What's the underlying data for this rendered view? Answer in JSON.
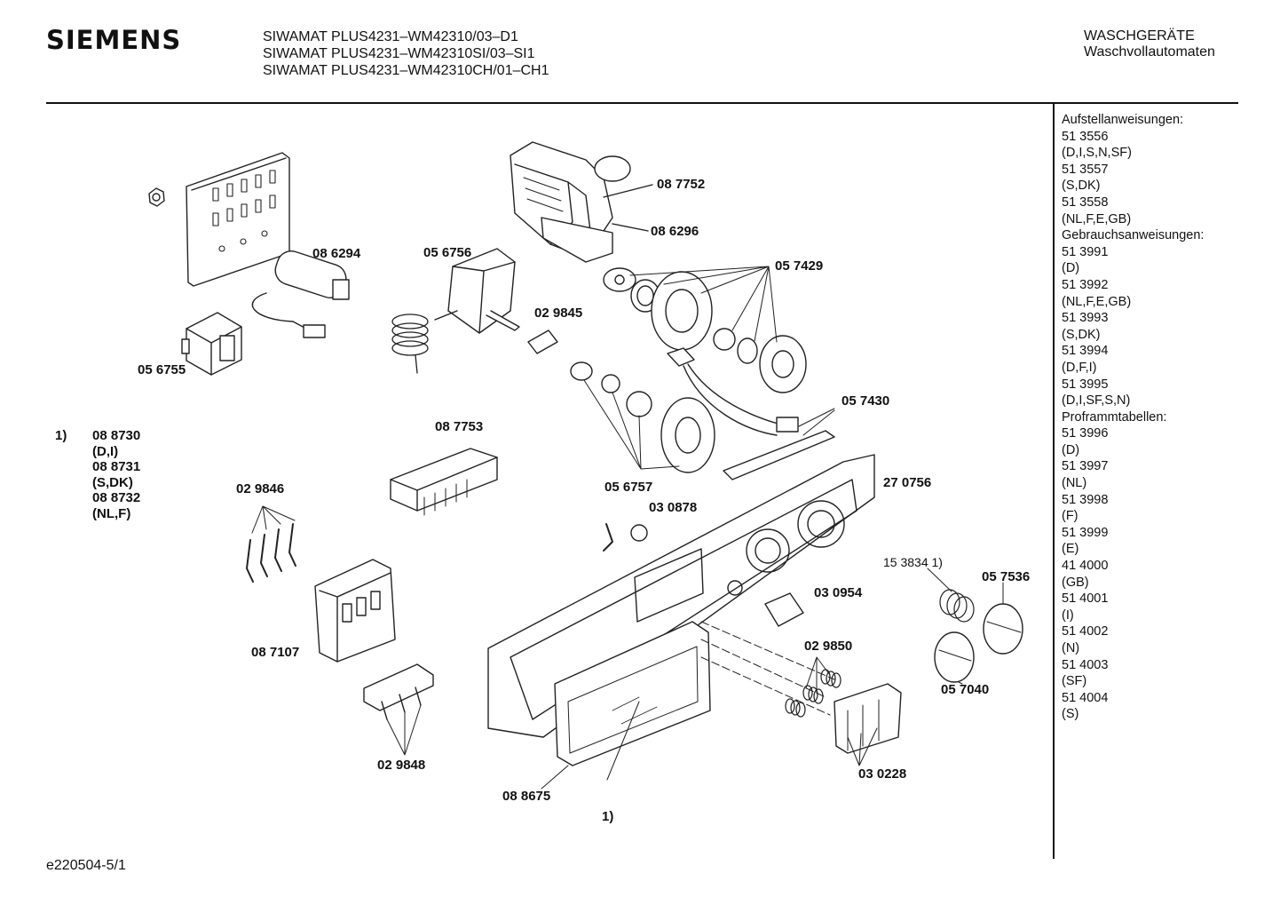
{
  "header": {
    "brand": "SIEMENS",
    "models": [
      "SIWAMAT PLUS4231–WM42310/03–D1",
      "SIWAMAT PLUS4231–WM42310SI/03–SI1",
      "SIWAMAT PLUS4231–WM42310CH/01–CH1"
    ],
    "category": [
      "WASCHGERÄTE",
      "Waschvollautomaten"
    ]
  },
  "sidebar": {
    "lines": [
      "Aufstellanweisungen:",
      "51 3556",
      "(D,I,S,N,SF)",
      "51 3557",
      "(S,DK)",
      "51 3558",
      "(NL,F,E,GB)",
      "Gebrauchsanweisungen:",
      "51 3991",
      "(D)",
      "51 3992",
      "(NL,F,E,GB)",
      "51 3993",
      "(S,DK)",
      "51 3994",
      "(D,F,I)",
      "51 3995",
      "(D,I,SF,S,N)",
      "Proframmtabellen:",
      "51 3996",
      "(D)",
      "51 3997",
      "(NL)",
      "51 3998",
      "(F)",
      "51 3999",
      "(E)",
      "41 4000",
      "(GB)",
      "51 4001",
      "(I)",
      "51 4002",
      "(N)",
      "51 4003",
      "(SF)",
      "51 4004",
      "(S)"
    ]
  },
  "note": {
    "marker": "1)",
    "items": [
      "08 8730",
      "(D,I)",
      "08 8731",
      "(S,DK)",
      "08 8732",
      "(NL,F)"
    ]
  },
  "labels": {
    "p087752": "08 7752",
    "p086296": "08 6296",
    "p086294": "08 6294",
    "p056756": "05 6756",
    "p057429": "05 7429",
    "p029845": "02 9845",
    "p056755": "05 6755",
    "p057430": "05 7430",
    "p087753": "08 7753",
    "p029846": "02 9846",
    "p056757": "05 6757",
    "p270756": "27 0756",
    "p030878": "03 0878",
    "p153834": "15 3834 1)",
    "p057536": "05 7536",
    "p030954": "03 0954",
    "p087107": "08 7107",
    "p029850": "02 9850",
    "p057040": "05 7040",
    "p029848": "02 9848",
    "p030228": "03 0228",
    "p088675": "08 8675",
    "pnote": "1)"
  },
  "footer": {
    "code": "e220504-5/1"
  }
}
